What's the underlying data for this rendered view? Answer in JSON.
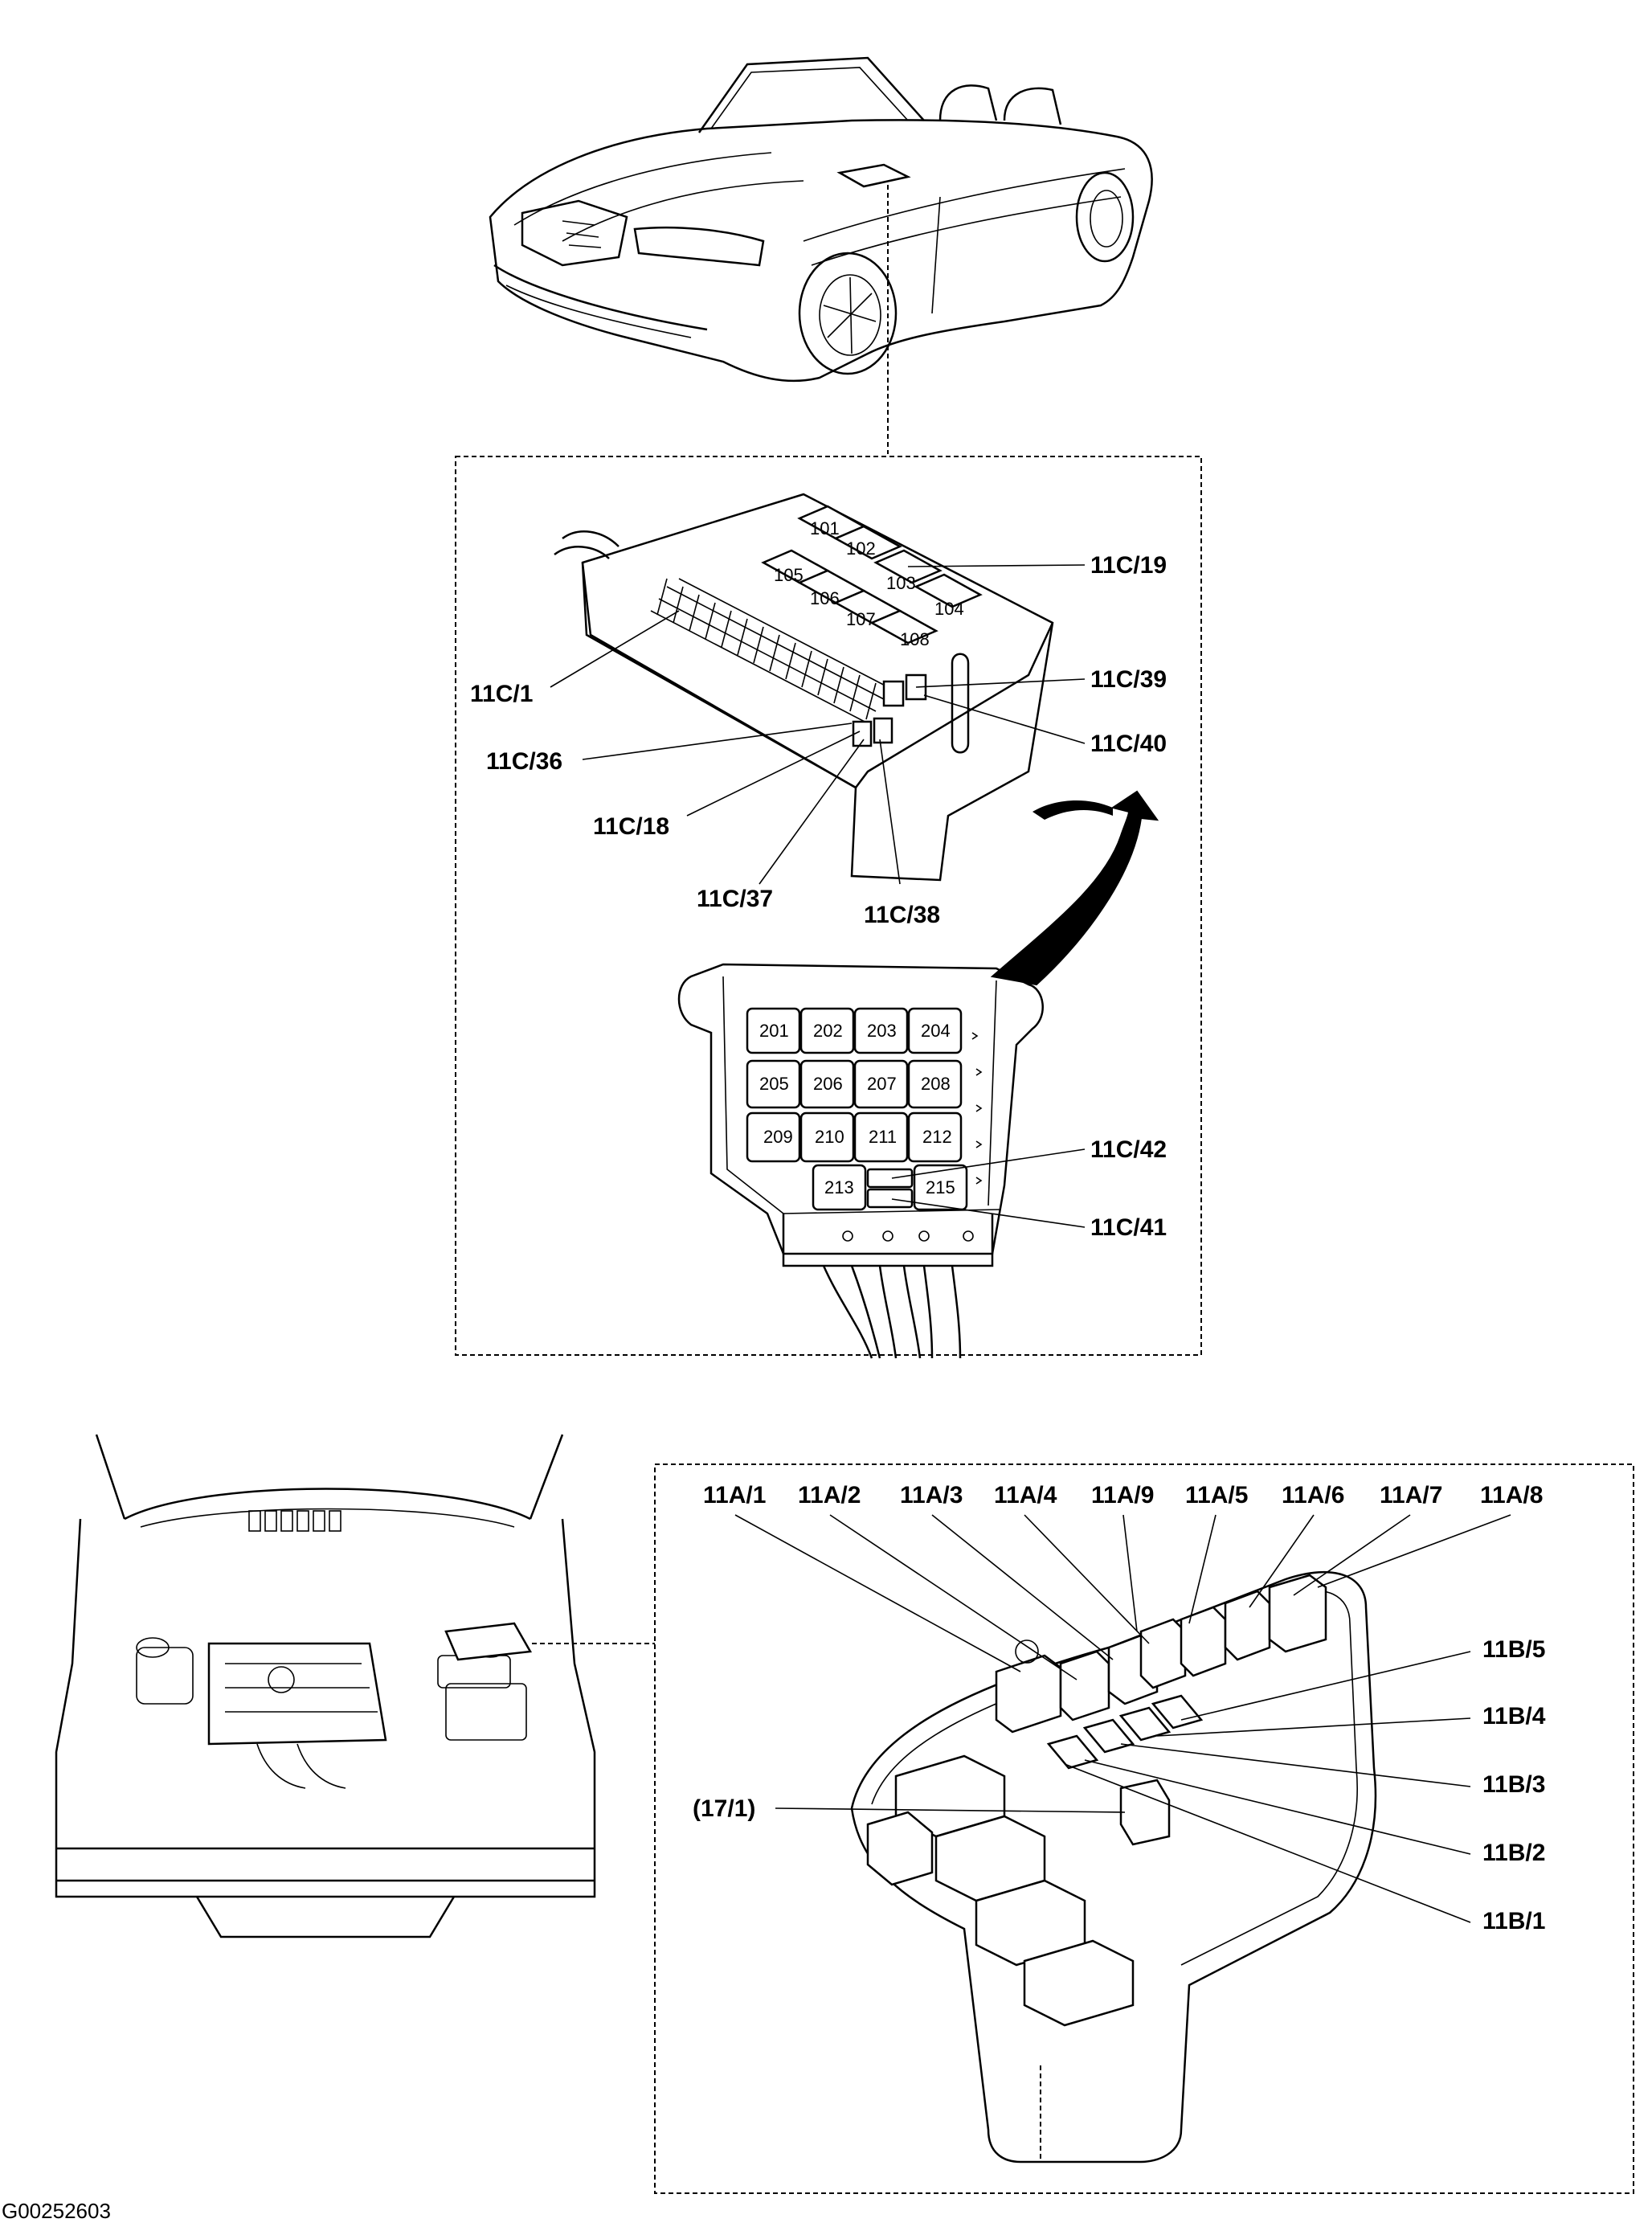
{
  "upper_fusebox": {
    "relay_numbers": [
      "101",
      "102",
      "103",
      "104",
      "105",
      "106",
      "107",
      "108"
    ],
    "callouts": [
      "11C/19",
      "11C/1",
      "11C/39",
      "11C/40",
      "11C/36",
      "11C/18",
      "11C/37",
      "11C/38"
    ]
  },
  "lower_fusebox": {
    "relay_numbers": [
      "201",
      "202",
      "203",
      "204",
      "205",
      "206",
      "207",
      "208",
      "209",
      "210",
      "211",
      "212",
      "213",
      "215"
    ],
    "callouts": [
      "11C/42",
      "11C/41"
    ]
  },
  "engine_fusebox": {
    "top_callouts": [
      "11A/1",
      "11A/2",
      "11A/3",
      "11A/4",
      "11A/9",
      "11A/5",
      "11A/6",
      "11A/7",
      "11A/8"
    ],
    "right_callouts": [
      "11B/5",
      "11B/4",
      "11B/3",
      "11B/2",
      "11B/1"
    ],
    "left_callout": "(17/1)"
  },
  "figure_id": "G00252603"
}
